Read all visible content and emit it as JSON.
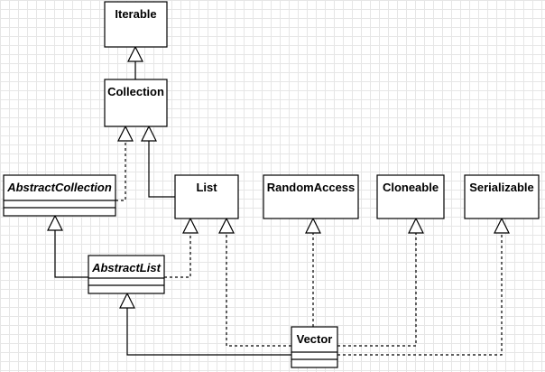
{
  "diagram": {
    "classes": [
      {
        "id": "iterable",
        "name": "Iterable",
        "abstract": false
      },
      {
        "id": "collection",
        "name": "Collection",
        "abstract": false
      },
      {
        "id": "abstract-collection",
        "name": "AbstractCollection",
        "abstract": true
      },
      {
        "id": "list",
        "name": "List",
        "abstract": false
      },
      {
        "id": "random-access",
        "name": "RandomAccess",
        "abstract": false
      },
      {
        "id": "cloneable",
        "name": "Cloneable",
        "abstract": false
      },
      {
        "id": "serializable",
        "name": "Serializable",
        "abstract": false
      },
      {
        "id": "abstract-list",
        "name": "AbstractList",
        "abstract": true
      },
      {
        "id": "vector",
        "name": "Vector",
        "abstract": false
      }
    ],
    "relations": [
      {
        "from": "collection",
        "to": "iterable",
        "kind": "generalization"
      },
      {
        "from": "abstract-collection",
        "to": "collection",
        "kind": "realization"
      },
      {
        "from": "list",
        "to": "collection",
        "kind": "generalization"
      },
      {
        "from": "abstract-list",
        "to": "abstract-collection",
        "kind": "generalization"
      },
      {
        "from": "abstract-list",
        "to": "list",
        "kind": "realization"
      },
      {
        "from": "vector",
        "to": "abstract-list",
        "kind": "generalization"
      },
      {
        "from": "vector",
        "to": "list",
        "kind": "realization"
      },
      {
        "from": "vector",
        "to": "random-access",
        "kind": "realization"
      },
      {
        "from": "vector",
        "to": "cloneable",
        "kind": "realization"
      },
      {
        "from": "vector",
        "to": "serializable",
        "kind": "realization"
      }
    ]
  }
}
